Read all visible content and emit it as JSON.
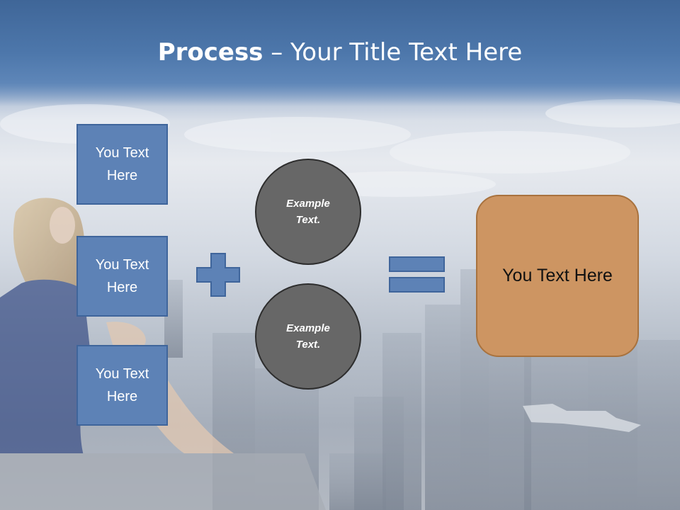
{
  "title": {
    "bold": "Process",
    "rest": " – Your Title Text Here"
  },
  "left_boxes": [
    {
      "label": "You Text Here"
    },
    {
      "label": "You Text Here"
    },
    {
      "label": "You Text Here"
    }
  ],
  "circles": [
    {
      "label": "Example Text."
    },
    {
      "label": "Example Text."
    }
  ],
  "result": {
    "label": "You Text Here"
  },
  "icons": {
    "plus": "plus-icon",
    "equals": "equals-icon"
  },
  "colors": {
    "header": "#4a73a8",
    "box_fill": "#5d82b6",
    "circle_fill": "#676767",
    "result_fill": "#cd9562"
  }
}
